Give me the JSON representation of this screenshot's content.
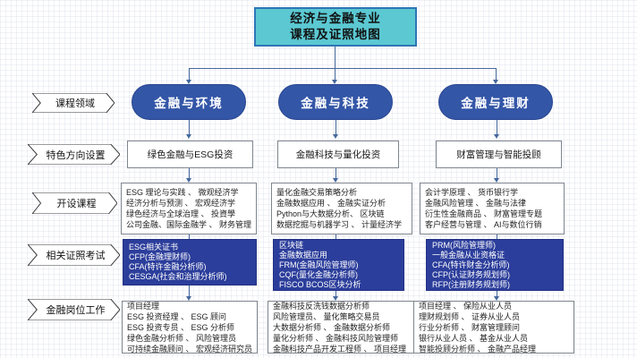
{
  "title": {
    "line1": "经济与金融专业",
    "line2": "课程及证照地图"
  },
  "row_labels": [
    "课程领域",
    "特色方向设置",
    "开设课程",
    "相关证照考试",
    "金融岗位工作"
  ],
  "columns": [
    {
      "header": "金融与环境",
      "direction": "绿色金融与ESG投资",
      "courses": [
        "ESG 理论与实践 、 微观经济学",
        "经济分析与预测 、 宏观经济学",
        "绿色经济与全球治理 、 投資學",
        "公司金融、国际金融学 、 财务管理"
      ],
      "certs": [
        "ESG相关证书",
        "CFP(金融理财师)",
        "CFA(特许金融分析师)",
        "CESGA(社会和治理分析师)"
      ],
      "jobs": [
        "项目经理",
        "ESG 投资经理 、 ESG 顾问",
        "ESG 投资专员 、 ESG 分析师",
        "绿色金融分析师 、 风险管理员",
        "可持续金融顾问 、 宏观经济研究员"
      ]
    },
    {
      "header": "金融与科技",
      "direction": "金融科技与量化投资",
      "courses": [
        "量化金融交易策略分析",
        "金融数据应用 、 金融实证分析",
        "Python与大数据分析、 区块链",
        "数据挖掘与机器学习 、 计量经济学"
      ],
      "certs": [
        "区块链",
        "金融数据应用",
        "FRM(金融风险管理师)",
        "CQF(量化金融分析师)",
        "FISCO BCOS区块分析"
      ],
      "jobs": [
        "金融科技反洗钱数据分析师",
        "风险管理员、 量化策略交易员",
        "大数据分析师 、 金融数据分析师",
        "量化分析师 、 金融科技风险管理师",
        "金融科技产品开发工程师 、 项目经理"
      ]
    },
    {
      "header": "金融与理财",
      "direction": "财富管理与智能投顾",
      "courses": [
        "会计学原理 、 货币银行学",
        "金融风险管理 、 金融与法律",
        "衍生性金融商品 、 财富管理专题",
        "客户经营与管理 、 AI与数位行销"
      ],
      "certs": [
        "PRM(风险管理师)",
        "一般金融从业资格证",
        "CFA(特许财金分析师)",
        "CFP(认证财务规划师)",
        "RFP(注册财务规划师)"
      ],
      "jobs": [
        "项目经理 、 保险从业人员",
        "理财规划师 、 证券从业人员",
        "行业分析师 、 财富管理顾问",
        "银行从业人员 、 基金从业人员",
        "智能投顾分析师 、 金融产品经理"
      ]
    }
  ],
  "colors": {
    "title_fill": "#5bc8d2",
    "title_border": "#2e75b6",
    "pill_fill": "#3456a7",
    "cert_fill": "#2c3e9b",
    "box_border": "#7f868f",
    "connector": "#44679c"
  }
}
